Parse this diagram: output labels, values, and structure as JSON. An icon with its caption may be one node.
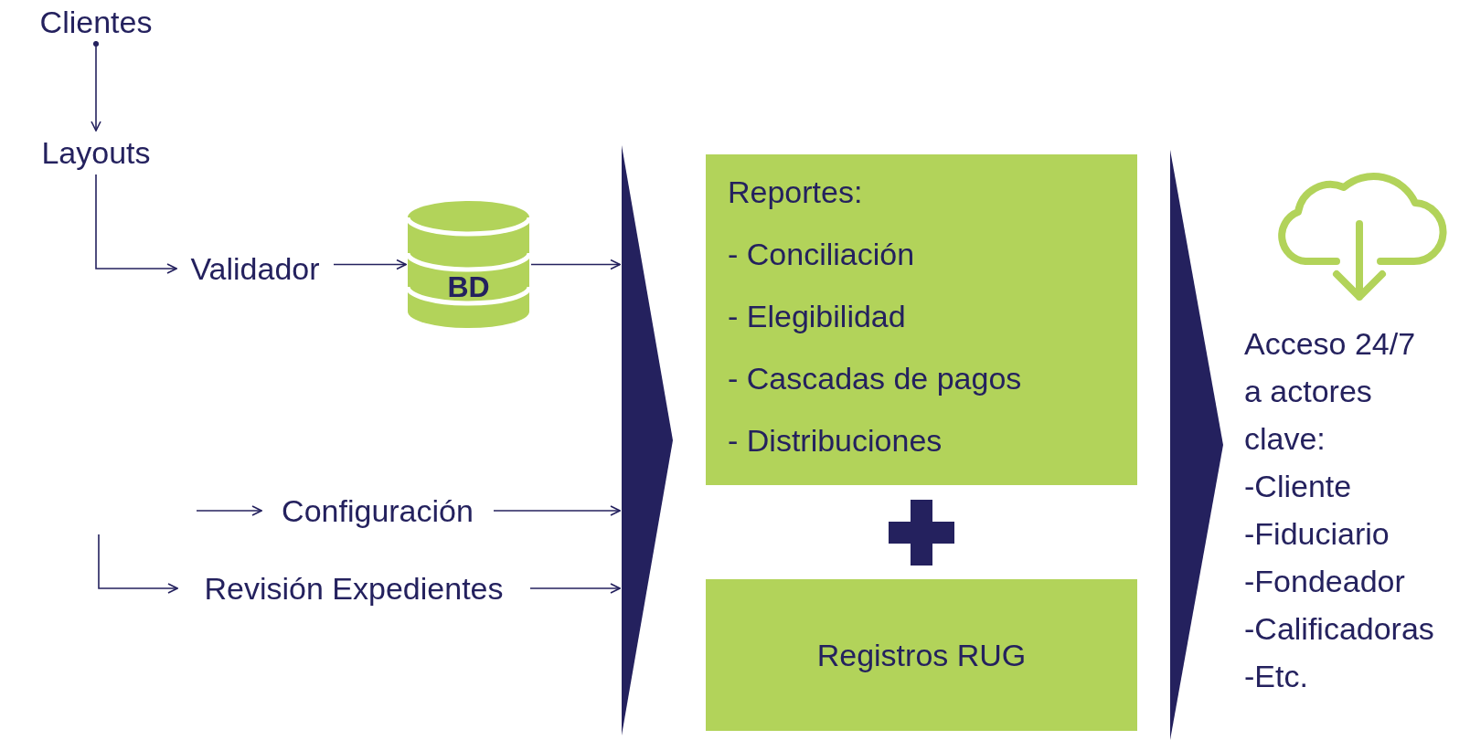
{
  "diagram": {
    "nodes": [
      {
        "text": [
          "Clientes"
        ]
      },
      {
        "text": [
          "Layouts"
        ]
      },
      {
        "text": [
          "Validador"
        ]
      },
      {
        "text": [
          "BD"
        ]
      },
      {
        "text": [
          "Configuración"
        ]
      },
      {
        "text": [
          "Revisión Expedientes"
        ]
      },
      {
        "text": [],
        "shape": "triangle"
      },
      {
        "text": [
          "Reportes:",
          "- Conciliación",
          "- Elegibilidad",
          "- Cascadas de pagos",
          "- Distribuciones"
        ]
      },
      {
        "text": [
          "Registros RUG"
        ]
      },
      {
        "text": [],
        "shape": "triangle"
      }
    ],
    "edges": [
      {
        "from": 0,
        "to": 1,
        "arrow": "to"
      },
      {
        "from": 1,
        "to": 2,
        "arrow": "to"
      },
      {
        "from": 2,
        "to": 3,
        "arrow": "to"
      },
      {
        "from": 3,
        "to": 6,
        "arrow": "to"
      },
      {
        "from": null,
        "to": 4,
        "arrow": "to"
      },
      {
        "from": 4,
        "to": 6,
        "arrow": "to"
      },
      {
        "from": null,
        "to": 5,
        "arrow": "to"
      },
      {
        "from": 5,
        "to": 6,
        "arrow": "to"
      }
    ],
    "labels": [
      "Acceso 24/7 a actores clave:",
      "-Cliente",
      "-Fiduciario",
      "-Fondeador",
      "-Calificadoras",
      "-Etc."
    ]
  }
}
